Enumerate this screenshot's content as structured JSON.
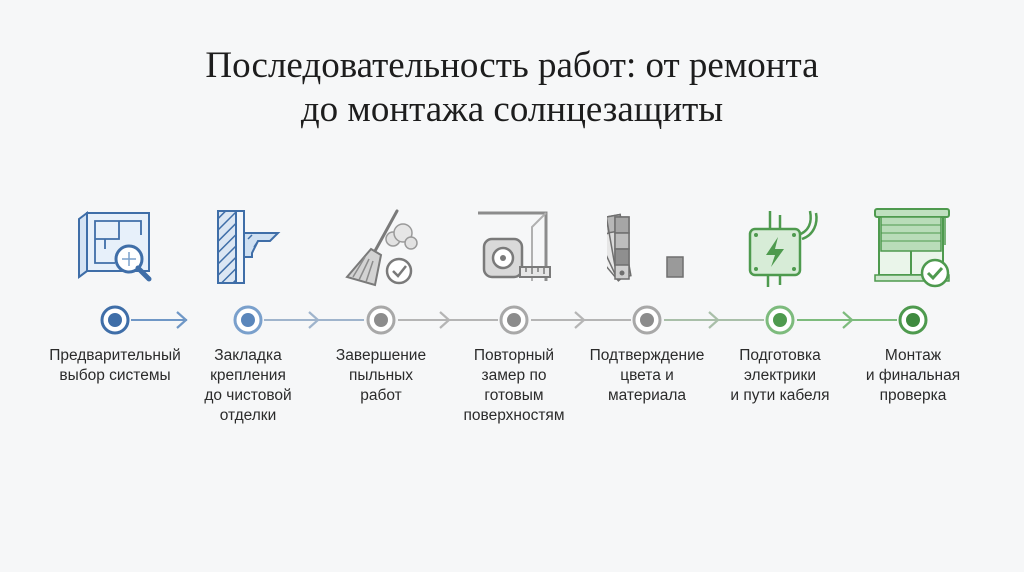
{
  "title": {
    "line1": "Последовательность работ: от ремонта",
    "line2": "до монтажа солнцезащиты"
  },
  "colors": {
    "blue": "#3f6ea8",
    "blue_light": "#7aa0cc",
    "gray": "#8c8c8c",
    "gray_light": "#b7b7b7",
    "green": "#4e9a4e",
    "green_light": "#8cc48c"
  },
  "steps": [
    {
      "icon": "blueprint-magnifier-icon",
      "tone": "blue",
      "label": [
        "Предварительный",
        "выбор системы"
      ]
    },
    {
      "icon": "wall-bracket-icon",
      "tone": "blue",
      "label": [
        "Закладка",
        "крепления",
        "до чистовой",
        "отделки"
      ]
    },
    {
      "icon": "broom-dust-check-icon",
      "tone": "gray",
      "label": [
        "Завершение",
        "пыльных",
        "работ"
      ]
    },
    {
      "icon": "tape-measure-corner-icon",
      "tone": "gray",
      "label": [
        "Повторный",
        "замер по",
        "готовым",
        "поверхностям"
      ]
    },
    {
      "icon": "color-swatch-fan-icon",
      "tone": "gray",
      "label": [
        "Подтверждение",
        "цвета и",
        "материала"
      ]
    },
    {
      "icon": "electrical-box-cable-icon",
      "tone": "green",
      "label": [
        "Подготовка",
        "электрики",
        "и пути кабеля"
      ]
    },
    {
      "icon": "window-blind-check-icon",
      "tone": "green",
      "label": [
        "Монтаж",
        "и финальная",
        "проверка"
      ]
    }
  ]
}
